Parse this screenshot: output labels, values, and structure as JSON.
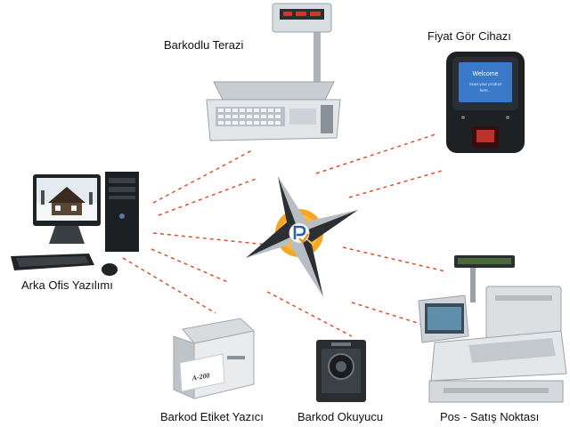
{
  "labels": {
    "scale": "Barkodlu Terazi",
    "price_checker": "Fiyat Gör Cihazı",
    "back_office": "Arka Ofis Yazılımı",
    "label_printer": "Barkod Etiket Yazıcı",
    "scanner": "Barkod Okuyucu",
    "pos": "Pos - Satış Noktası"
  },
  "price_checker_screen": {
    "line1": "Welcome",
    "line2": "Scan your product",
    "line3": "here..."
  },
  "printer_model": "A-200",
  "colors": {
    "connector": "#e0502a",
    "compass_dark": "#2b2f33",
    "compass_light": "#b7bdc3",
    "sun": "#f5a623",
    "logo_blue": "#2a5fa8",
    "logo_orange": "#f08a1c"
  }
}
